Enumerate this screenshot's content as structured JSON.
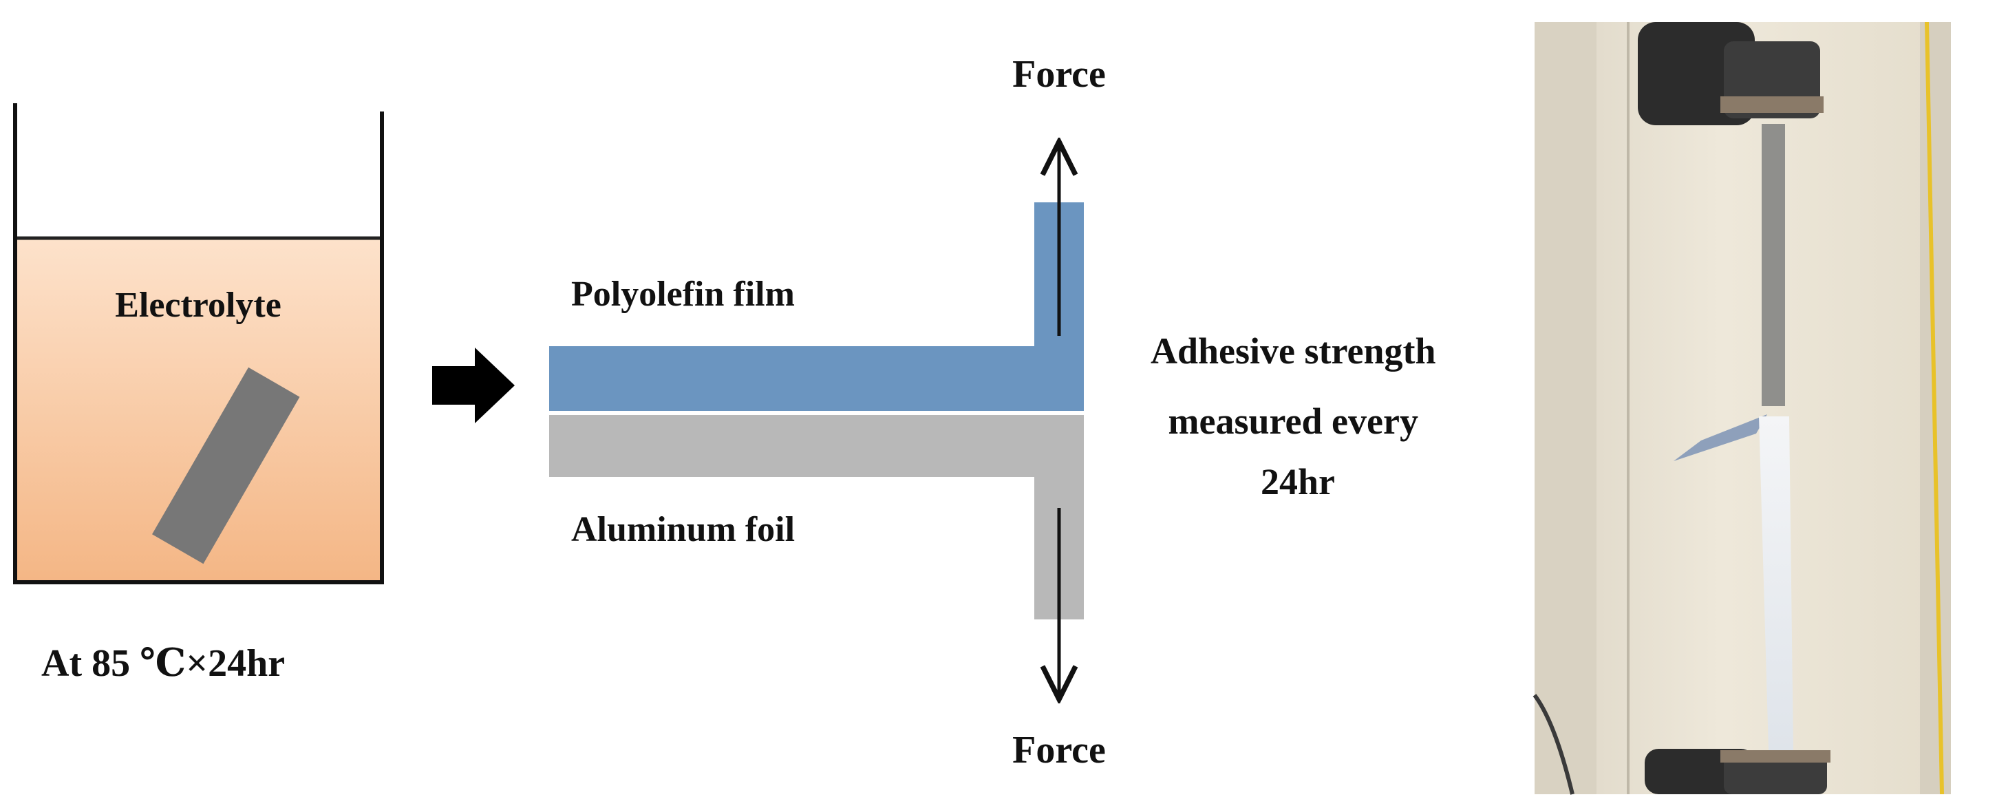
{
  "beaker": {
    "label": "Electrolyte",
    "condition": "At 85 ℃×24hr"
  },
  "peel_test": {
    "top_layer_label": "Polyolefin film",
    "bottom_layer_label": "Aluminum foil",
    "force_top_label": "Force",
    "force_bottom_label": "Force",
    "result_lines": [
      "Adhesive strength",
      "measured every",
      "24hr"
    ]
  },
  "colors": {
    "electrolyte_top": "#fbd7b8",
    "electrolyte_bottom": "#f5b98c",
    "specimen": "#7a7a7a",
    "polyolefin_film": "#6b95c0",
    "aluminum_foil": "#b8b8b8"
  }
}
